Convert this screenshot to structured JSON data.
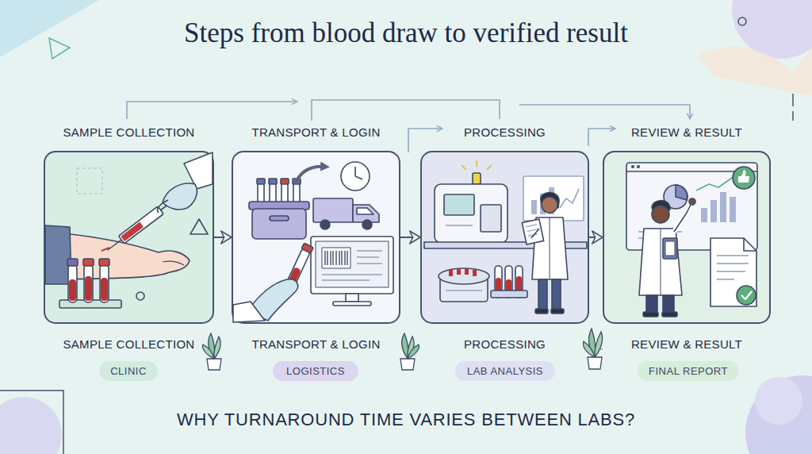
{
  "diagram": {
    "title": "Steps from blood draw to verified result",
    "caption": "WHY TURNAROUND TIME VARIES BETWEEN LABS?",
    "nodes": [
      {
        "text": [
          "SAMPLE COLLECTION",
          "SAMPLE COLLECTION"
        ]
      },
      {
        "text": [
          "TRANSPORT & LOGIN",
          "TRANSPORT & LOGIN"
        ]
      },
      {
        "text": [
          "PROCESSING",
          "PROCESSING"
        ]
      },
      {
        "text": [
          "REVIEW & RESULT",
          "REVIEW & RESULT"
        ]
      },
      {
        "text": [
          "CLINIC"
        ]
      },
      {
        "text": [
          "LOGISTICS"
        ]
      },
      {
        "text": [
          "LAB ANALYSIS"
        ]
      },
      {
        "text": [
          "FINAL REPORT"
        ]
      }
    ],
    "edges": [
      {
        "from": 0,
        "to": 1,
        "arrow": "to"
      },
      {
        "from": 1,
        "to": 2,
        "arrow": "to"
      },
      {
        "from": 2,
        "to": 3,
        "arrow": "to"
      }
    ]
  }
}
